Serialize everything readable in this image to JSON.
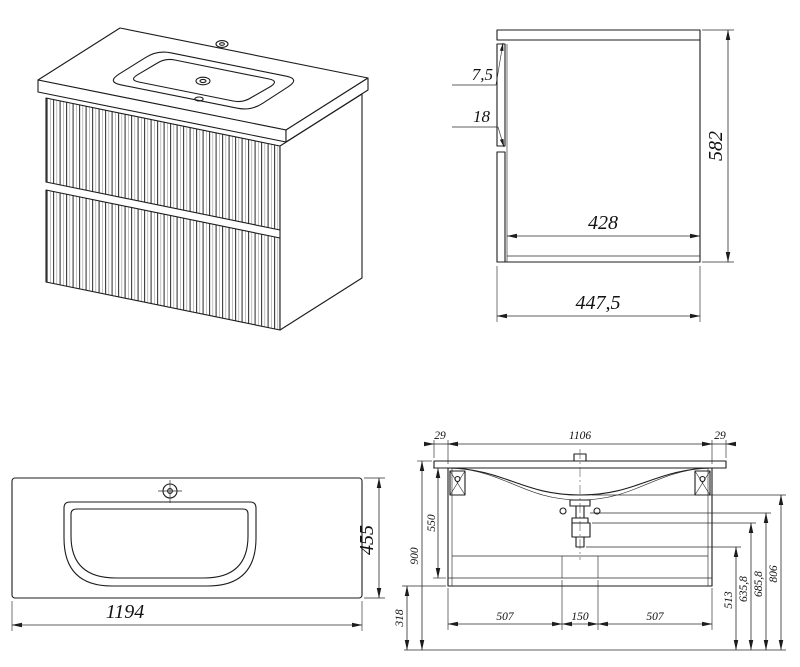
{
  "side_view": {
    "countertop_thickness": "7,5",
    "front_panel_thickness": "18",
    "inner_depth": "428",
    "height": "582",
    "total_depth": "447,5"
  },
  "basin_view": {
    "width": "1194",
    "height": "455"
  },
  "front_view": {
    "overhang_left": "29",
    "inner_width": "1106",
    "overhang_right": "29",
    "box_height": "550",
    "total_height": "900",
    "bottom_clearance": "318",
    "bottom_left_section": "507",
    "bottom_center_section": "150",
    "bottom_right_section": "507",
    "height_513": "513",
    "height_635_8": "635,8",
    "height_685_8": "685,8",
    "height_806": "806"
  }
}
